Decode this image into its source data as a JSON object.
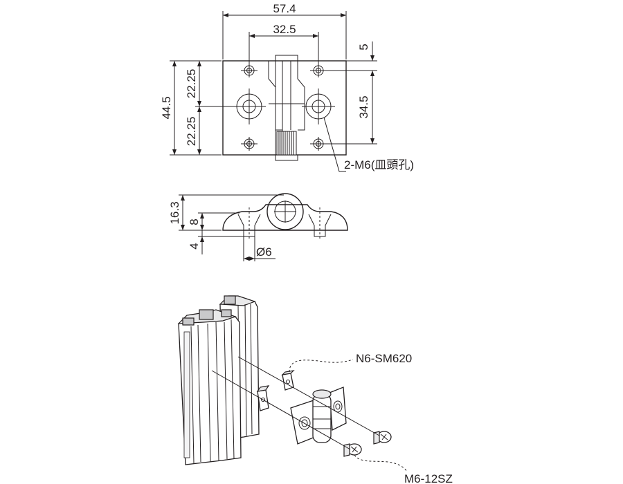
{
  "top_view": {
    "dim_overall_width": "57.4",
    "dim_hole_spacing": "32.5",
    "dim_top_offset": "5",
    "dim_hole_pitch_vertical": "34.5",
    "dim_overall_height": "44.5",
    "dim_half_upper": "22.25",
    "dim_half_lower": "22.25",
    "hole_callout": "2-M6(皿頭孔)"
  },
  "side_view": {
    "dim_total_height": "16.3",
    "dim_plate_height": "8",
    "dim_bottom": "4",
    "dim_diameter": "Ø6"
  },
  "assembly": {
    "nut_label": "N6-SM620",
    "screw_label": "M6-12SZ"
  }
}
